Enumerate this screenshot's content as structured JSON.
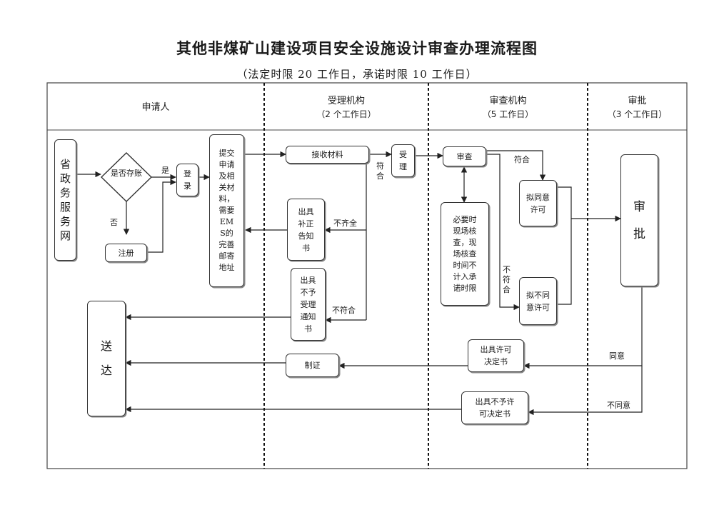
{
  "title": "其他非煤矿山建设项目安全设施设计审查办理流程图",
  "subtitle": "（法定时限 20 工作日，承诺时限 10 工作日）",
  "lanes": {
    "applicant": {
      "name": "申请人"
    },
    "acceptance": {
      "name": "受理机构",
      "time": "（2 个工作日）"
    },
    "review": {
      "name": "审查机构",
      "time": "（5 工作日）"
    },
    "approval": {
      "name": "审批",
      "time": "（3 个工作日）"
    }
  },
  "nodes": {
    "portal": "省政务服务网",
    "decision": "是否存账",
    "login": "登录",
    "register": "注册",
    "submit": "提交申请及相关材料，需要EMS的完善邮寄地址",
    "receive": "接收材料",
    "accept": "受理",
    "supplement": "出具补正告知书",
    "reject_notice": "出具不予受理通知书",
    "review": "审查",
    "onsite": "必要时现场核查，现场核查时间不计入承诺时限",
    "propose_approve": "拟同意许可",
    "propose_reject": "拟不同意许可",
    "approve": "审批",
    "certify": "制证",
    "issue_permit": "出具许可决定书",
    "issue_refusal": "出具不予许可决定书",
    "deliver": "送达"
  },
  "edge_labels": {
    "yes": "是",
    "no": "否",
    "conform": "符合",
    "incomplete": "不齐全",
    "nonconform": "不符合",
    "agree": "同意",
    "disagree": "不同意"
  }
}
